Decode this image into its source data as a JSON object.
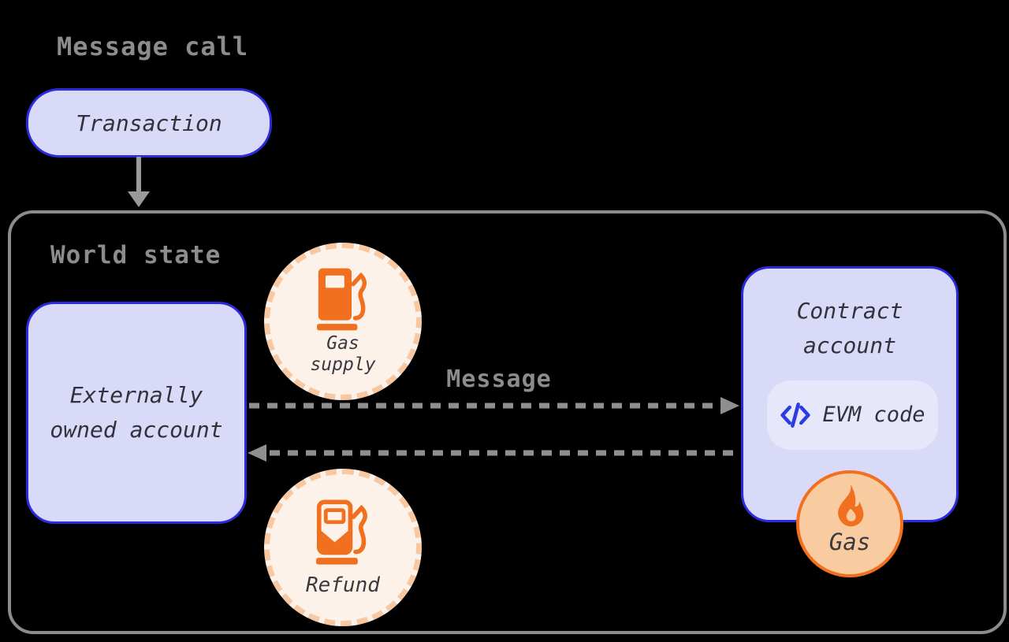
{
  "diagram_title": "Message call",
  "world_state": {
    "label": "World state"
  },
  "nodes": {
    "transaction": {
      "label": "Transaction"
    },
    "eoa": {
      "line1": "Externally",
      "line2": "owned account"
    },
    "contract": {
      "line1": "Contract",
      "line2": "account"
    },
    "evm_code": {
      "label": "EVM code",
      "icon": "code-icon"
    },
    "gas_supply": {
      "line1": "Gas",
      "line2": "supply",
      "icon": "gas-pump-icon"
    },
    "refund": {
      "label": "Refund",
      "icon": "gas-pump-refund-icon"
    },
    "gas": {
      "label": "Gas",
      "icon": "flame-icon"
    }
  },
  "arrows": {
    "transaction_to_world_state": {
      "style": "solid",
      "direction": "down",
      "icon": "down-arrow-icon"
    },
    "message": {
      "label": "Message",
      "style": "dashed",
      "direction": "right"
    },
    "return": {
      "style": "dashed",
      "direction": "left"
    }
  },
  "colors": {
    "background": "#000000",
    "lavender_fill": "#d9d9f8",
    "blue_border": "#2b2bdd",
    "icon_blue": "#2b3ce0",
    "pill_fill": "#e7e7fc",
    "cream_fill": "#fdf2ea",
    "peach_dash_border": "#f7c8a2",
    "orange": "#f1701f",
    "gas_circle_fill": "#f8cba1",
    "gray_label": "#8c8c8c",
    "arrow_gray": "#9a9a9a",
    "dark_text": "#32323c"
  }
}
